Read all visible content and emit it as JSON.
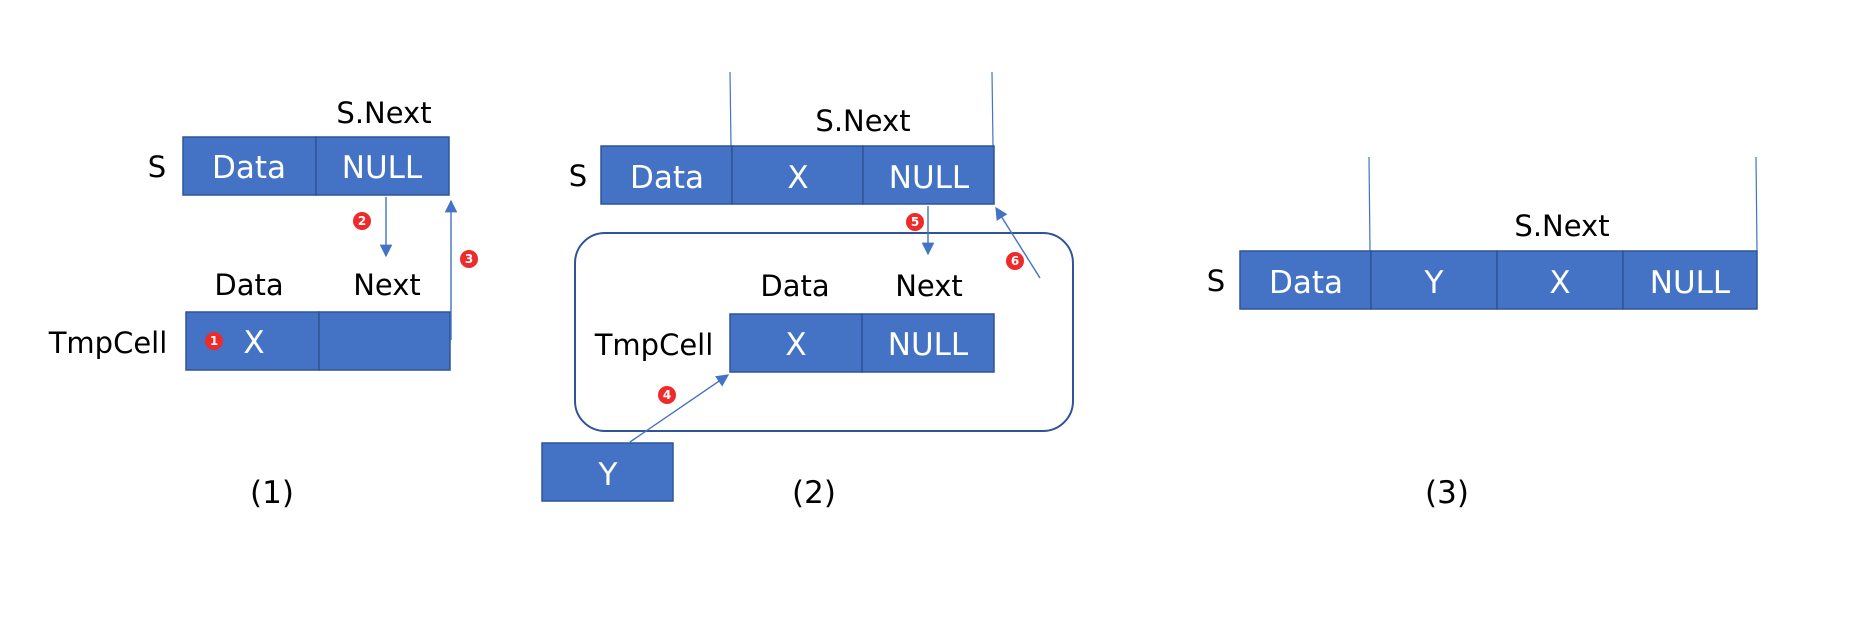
{
  "panel1": {
    "s_label": "S",
    "s_next_label": "S.Next",
    "s_cells": [
      "Data",
      "NULL"
    ],
    "tmp_header": [
      "Data",
      "Next"
    ],
    "tmp_label": "TmpCell",
    "tmp_cells": [
      "X",
      ""
    ],
    "steps": [
      "1",
      "2",
      "3"
    ],
    "caption": "(1)"
  },
  "panel2": {
    "s_label": "S",
    "s_next_label": "S.Next",
    "s_cells": [
      "Data",
      "X",
      "NULL"
    ],
    "tmp_header": [
      "Data",
      "Next"
    ],
    "tmp_label": "TmpCell",
    "tmp_cells": [
      "X",
      "NULL"
    ],
    "y_label": "Y",
    "steps": [
      "4",
      "5",
      "6"
    ],
    "caption": "(2)"
  },
  "panel3": {
    "s_label": "S",
    "s_next_label": "S.Next",
    "s_cells": [
      "Data",
      "Y",
      "X",
      "NULL"
    ],
    "caption": "(3)"
  },
  "colors": {
    "cell_fill": "#4472C4",
    "cell_border": "#2F5597",
    "badge": "#EE2A2A"
  }
}
